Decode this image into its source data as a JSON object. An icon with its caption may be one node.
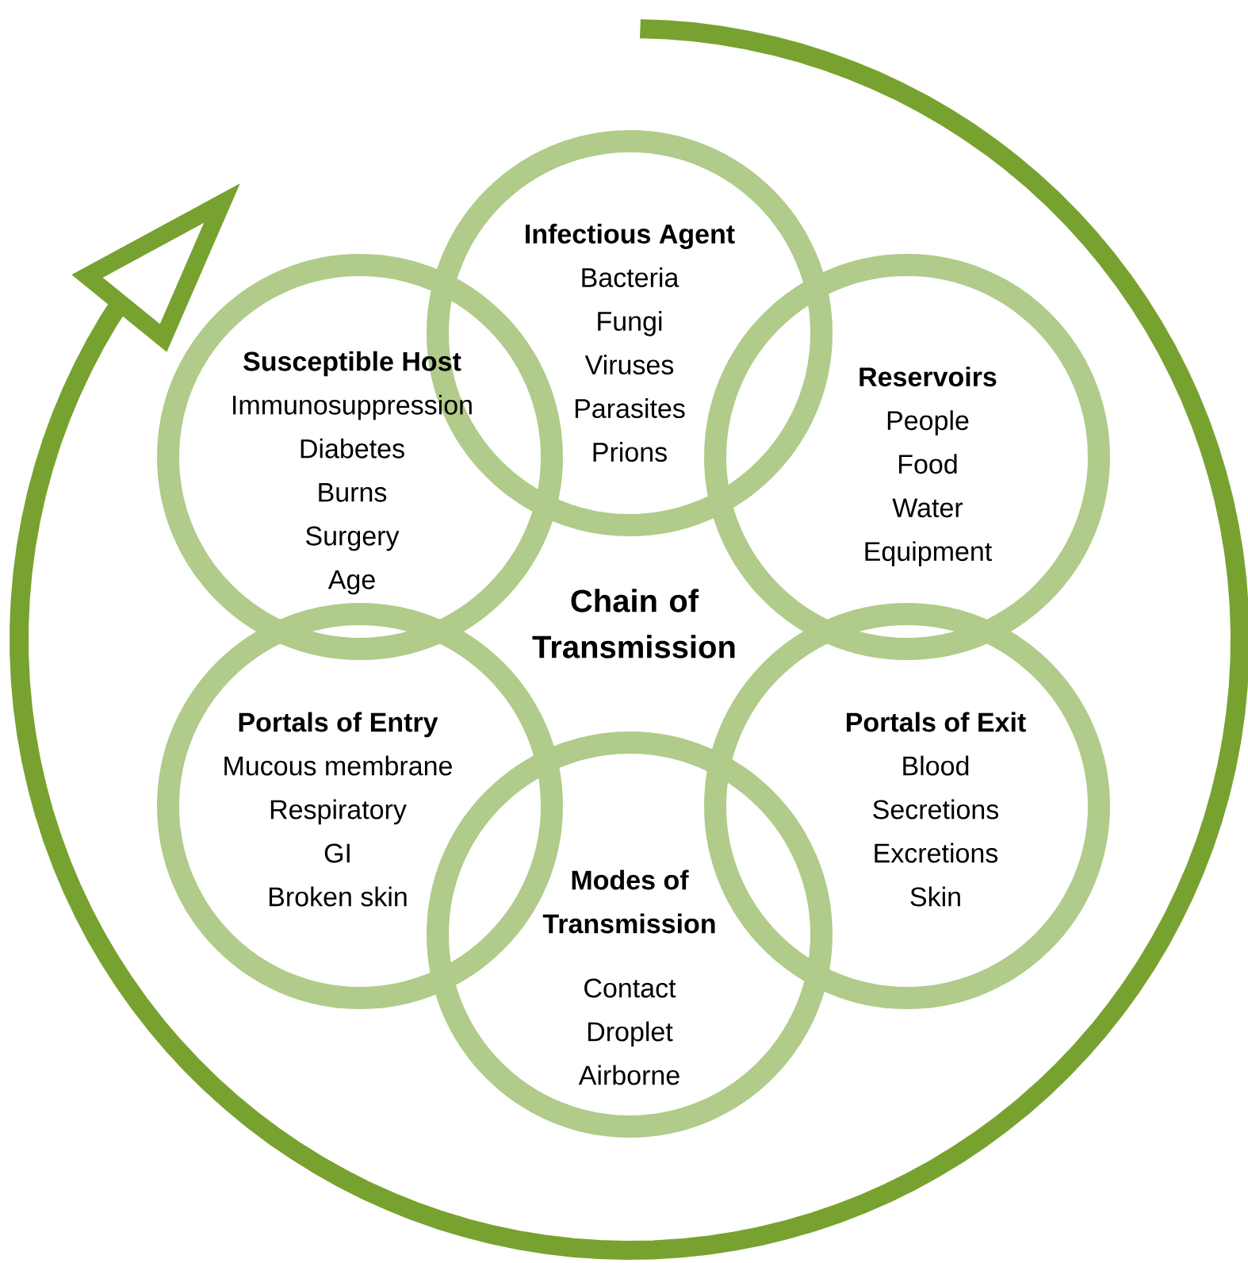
{
  "diagram": {
    "nodes": [
      {
        "text": [
          "Infectious Agent",
          "Bacteria",
          "Fungi",
          "Viruses",
          "Parasites",
          "Prions"
        ]
      },
      {
        "text": [
          "Reservoirs",
          "People",
          "Food",
          "Water",
          "Equipment"
        ]
      },
      {
        "text": [
          "Portals of Exit",
          "Blood",
          "Secretions",
          "Excretions",
          "Skin"
        ]
      },
      {
        "text": [
          "Modes of Transmission",
          "Contact",
          "Droplet",
          "Airborne"
        ]
      },
      {
        "text": [
          "Portals of Entry",
          "Mucous membrane",
          "Respiratory",
          "GI",
          "Broken skin"
        ]
      },
      {
        "text": [
          "Susceptible Host",
          "Immunosuppression",
          "Diabetes",
          "Burns",
          "Surgery",
          "Age"
        ]
      }
    ],
    "edges": [],
    "labels": [
      "Chain of Transmission"
    ]
  }
}
